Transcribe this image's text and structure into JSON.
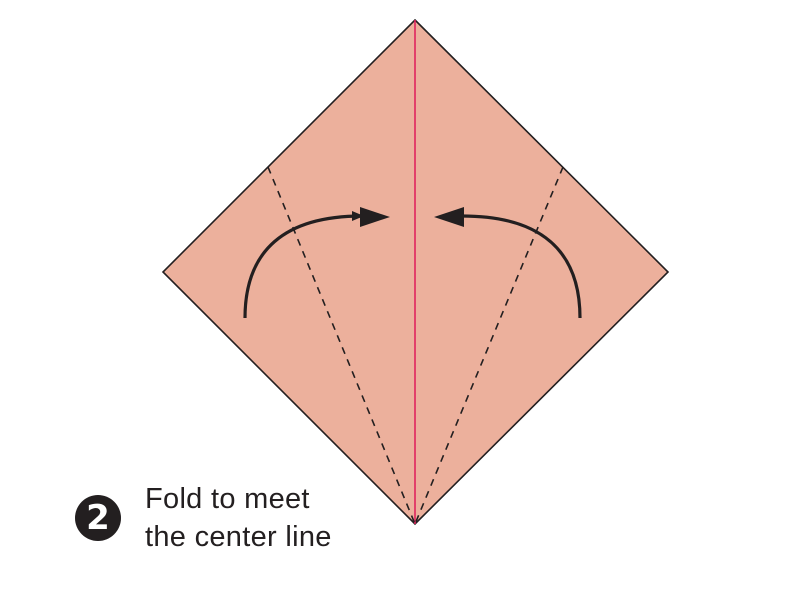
{
  "step": {
    "number": "2",
    "caption_lines": [
      "Fold to meet",
      "the center line"
    ]
  },
  "diagram": {
    "paper_color": "#ecb09c",
    "outline_color": "#231f20",
    "center_line_color": "#e0245e",
    "arrow_color": "#231f20",
    "marks": {
      "shape": "square paper rotated 45 degrees (diamond)",
      "center_line": "solid vertical crease",
      "fold_lines": "two dashed valley-fold lines from bottom corner to upper edges",
      "arrows": "two curved arrows pointing toward the center line"
    }
  }
}
